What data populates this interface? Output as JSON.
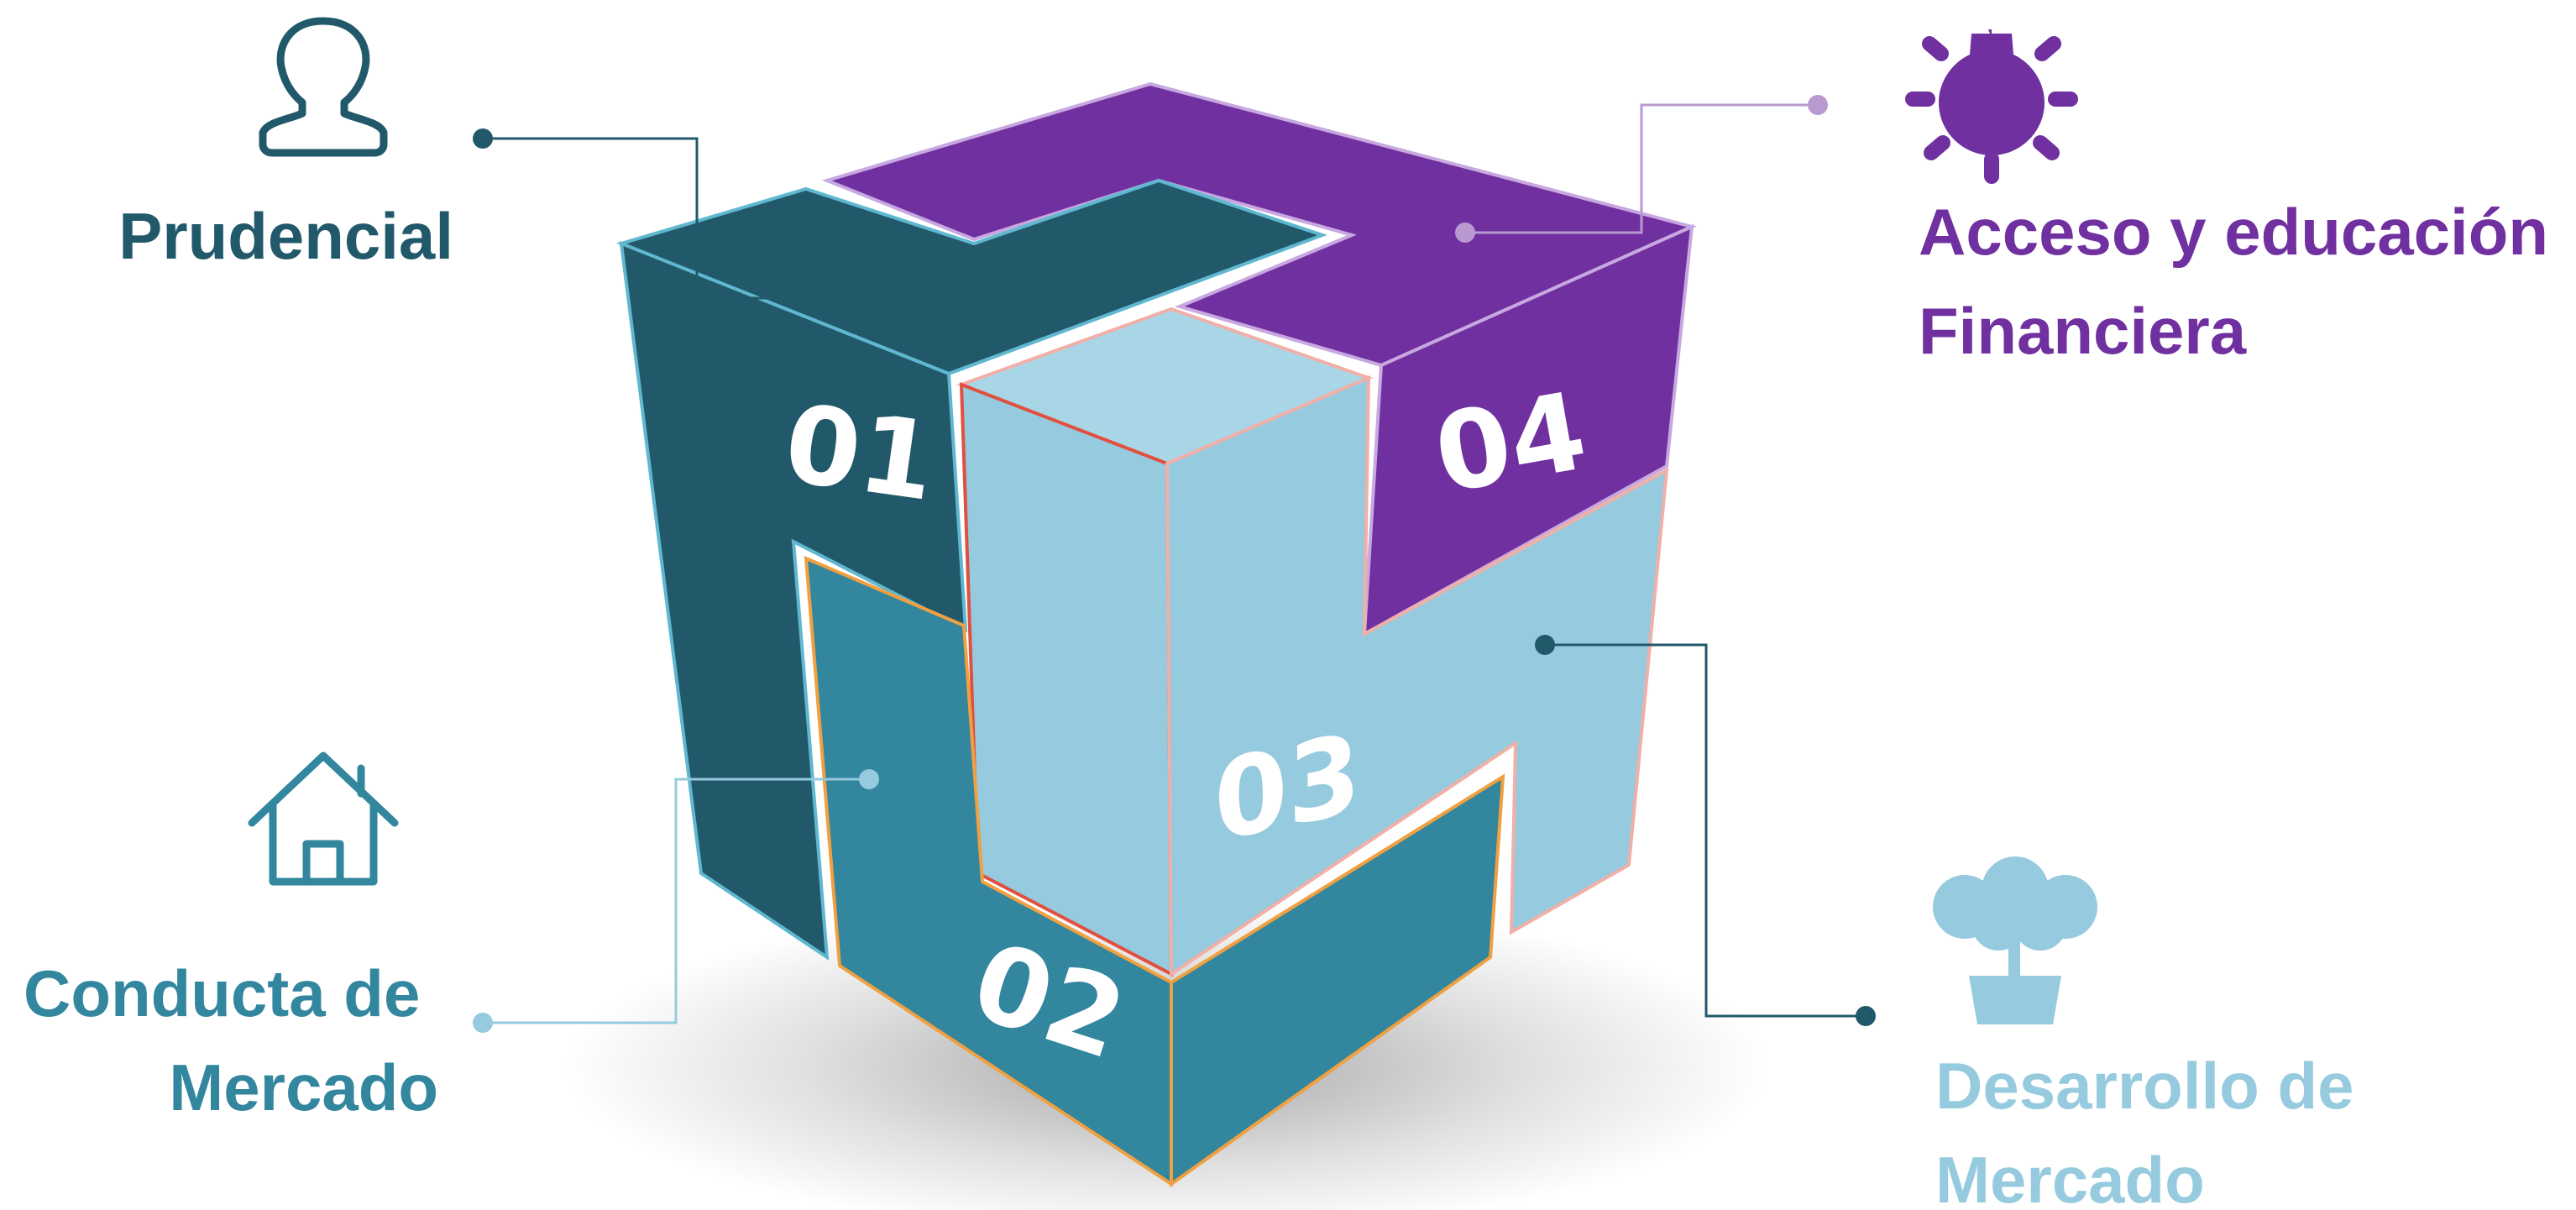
{
  "colors": {
    "prudencial": "#22596a",
    "conducta": "#32869e",
    "desarrollo": "#96cade",
    "acceso": "#7030a0"
  },
  "pieces": [
    {
      "id": "01",
      "label": "01"
    },
    {
      "id": "02",
      "label": "02"
    },
    {
      "id": "03",
      "label": "03"
    },
    {
      "id": "04",
      "label": "04"
    }
  ],
  "labels": {
    "prudencial": {
      "lines": [
        "Prudencial"
      ],
      "icon": "person-icon"
    },
    "acceso": {
      "lines": [
        "Acceso y educación",
        "Financiera"
      ],
      "icon": "lightbulb-icon"
    },
    "conducta": {
      "lines": [
        "Conducta de",
        "Mercado"
      ],
      "icon": "house-icon"
    },
    "desarrollo": {
      "lines": [
        "Desarrollo de",
        "Mercado"
      ],
      "icon": "tree-icon"
    }
  }
}
